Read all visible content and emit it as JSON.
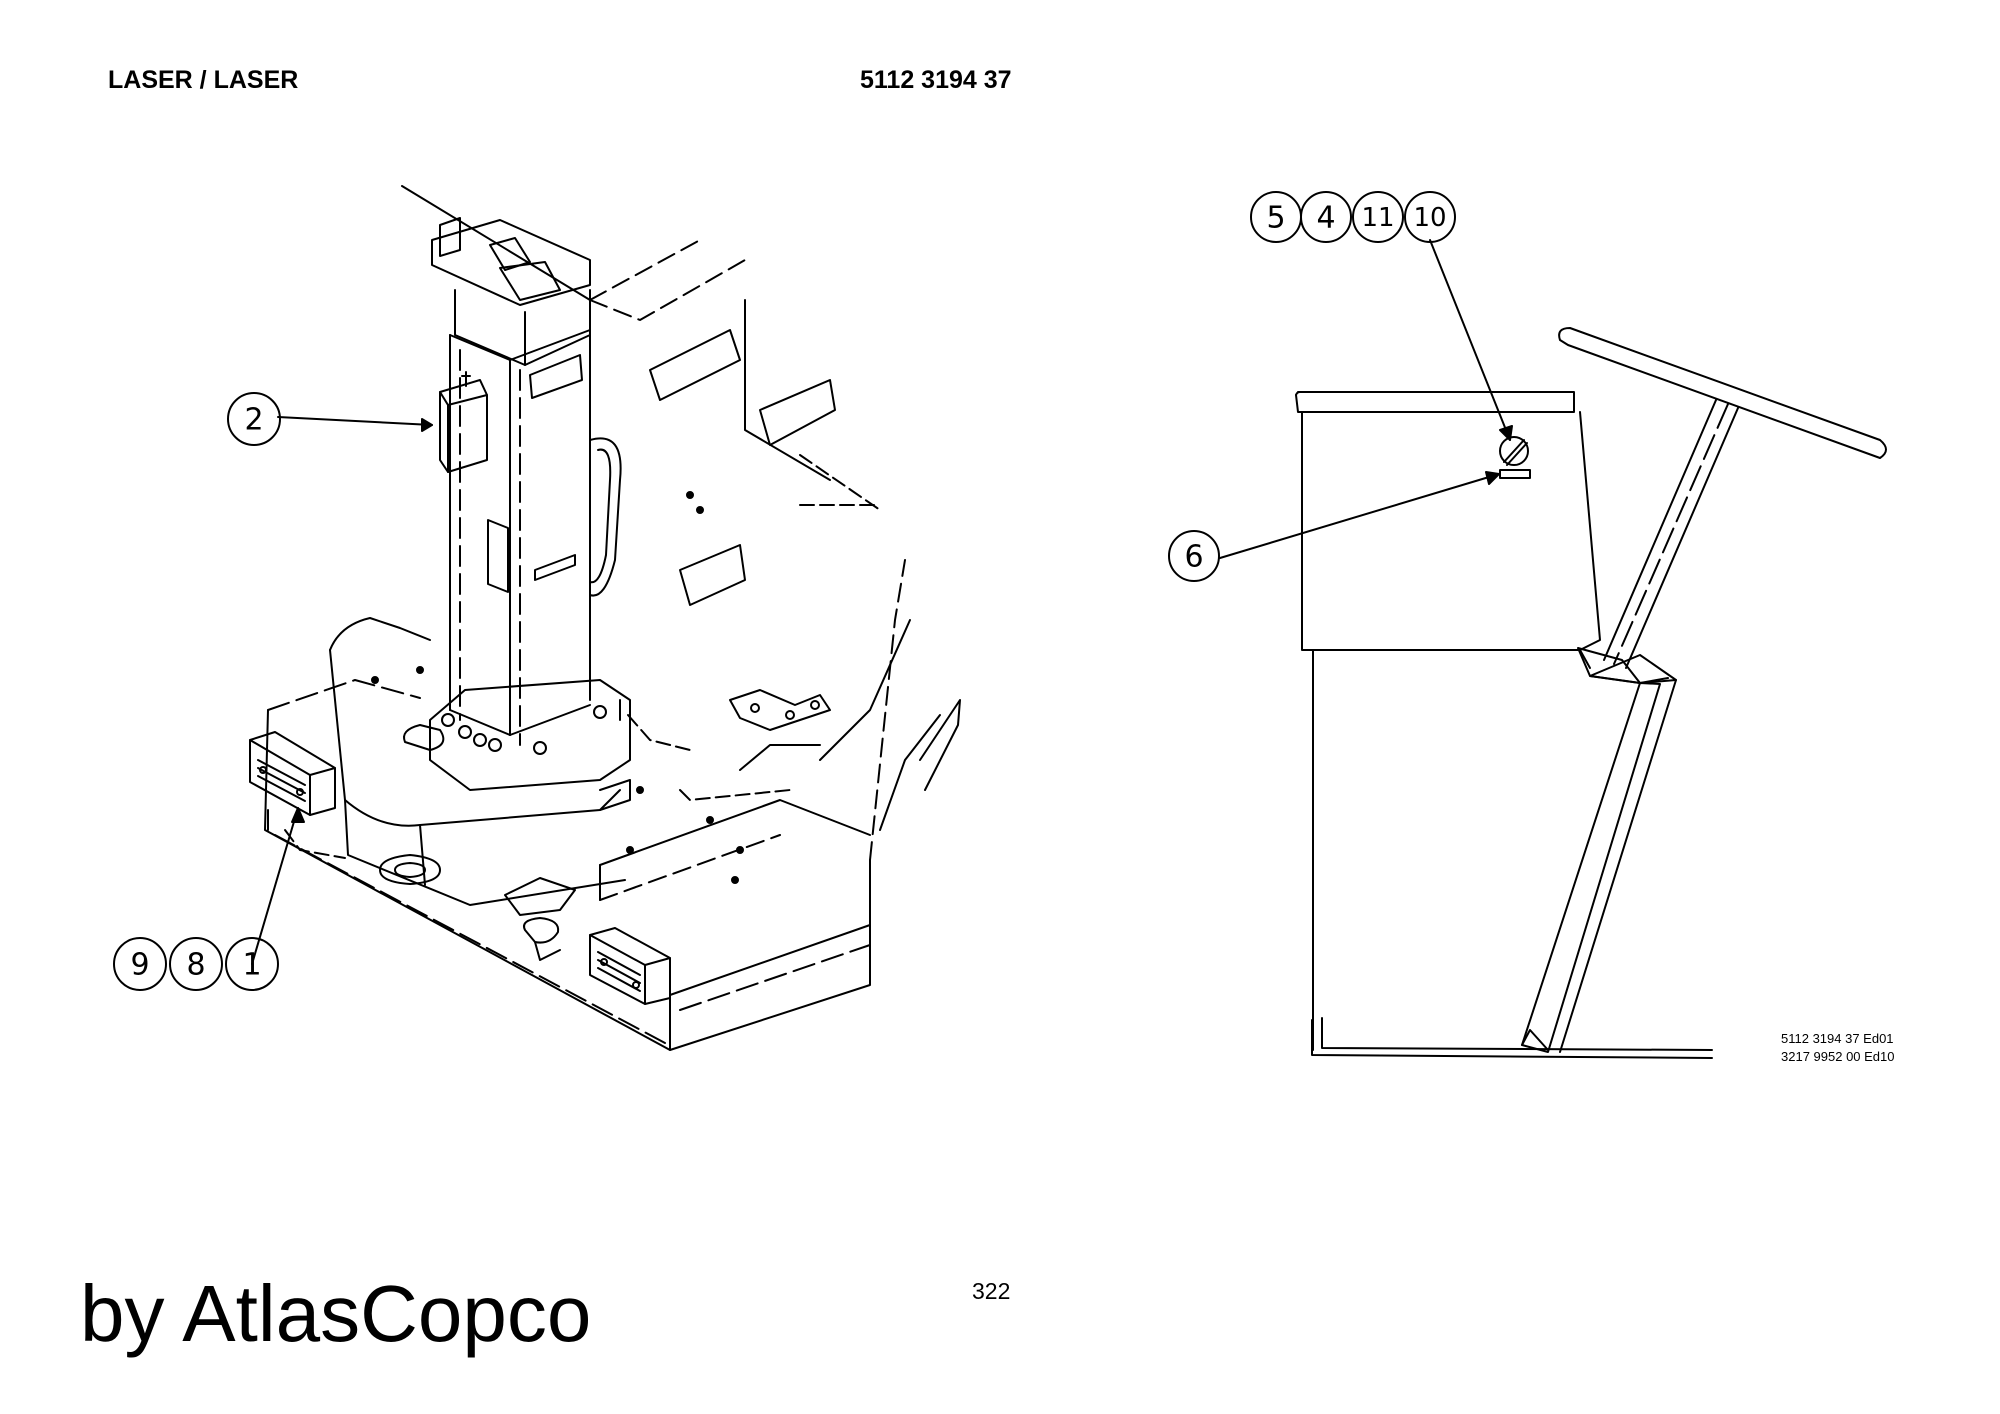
{
  "header": {
    "title": "LASER / LASER",
    "part_number": "5112 3194 37"
  },
  "callouts": {
    "left_view": [
      "2",
      "9",
      "8",
      "1"
    ],
    "right_view": [
      "5",
      "4",
      "11",
      "10",
      "6"
    ]
  },
  "drawing_codes": [
    "5112 3194 37 Ed01",
    "3217 9952 00 Ed10"
  ],
  "footer": {
    "page_number": "322",
    "brand": "by AtlasCopco"
  }
}
